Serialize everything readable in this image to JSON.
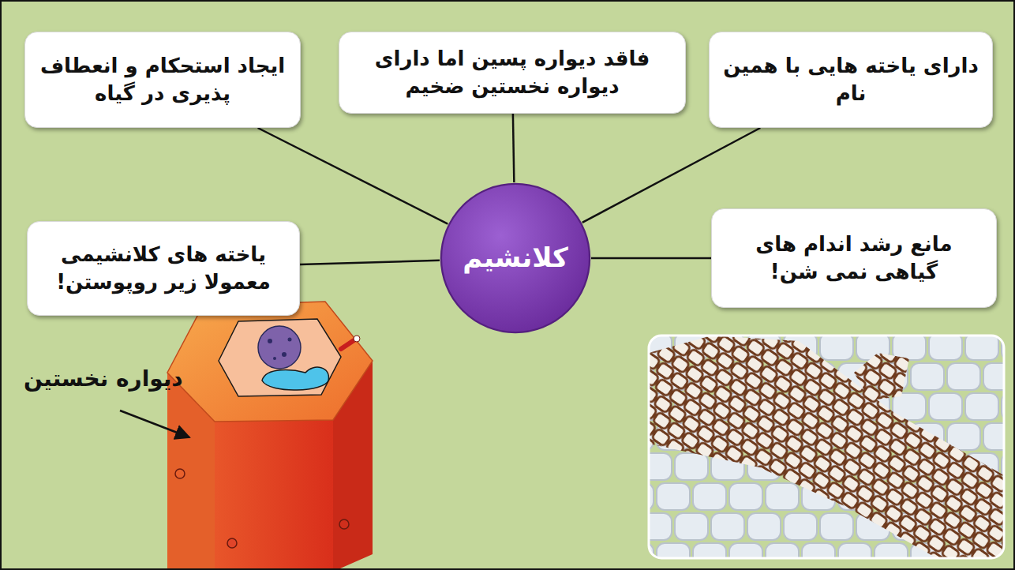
{
  "diagram": {
    "nodes": [
      {
        "text": [
          "کلانشیم"
        ]
      },
      {
        "text": [
          "دارای یاخته هایی با همین نام"
        ]
      },
      {
        "text": [
          "فاقد دیواره پسین اما دارای دیواره نخستین ضخیم"
        ]
      },
      {
        "text": [
          "ایجاد استحکام و انعطاف پذیری در گیاه"
        ]
      },
      {
        "text": [
          "مانع رشد اندام های گیاهی نمی شن!"
        ]
      },
      {
        "text": [
          "یاخته های کلانشیمی معمولا زیر روپوستن!"
        ]
      }
    ],
    "edges": [
      {
        "from": 0,
        "to": 1,
        "arrow": "none"
      },
      {
        "from": 0,
        "to": 2,
        "arrow": "none"
      },
      {
        "from": 0,
        "to": 3,
        "arrow": "none"
      },
      {
        "from": 0,
        "to": 4,
        "arrow": "none"
      },
      {
        "from": 0,
        "to": 5,
        "arrow": "none"
      }
    ],
    "labels": [
      "دیواره نخستین"
    ]
  }
}
